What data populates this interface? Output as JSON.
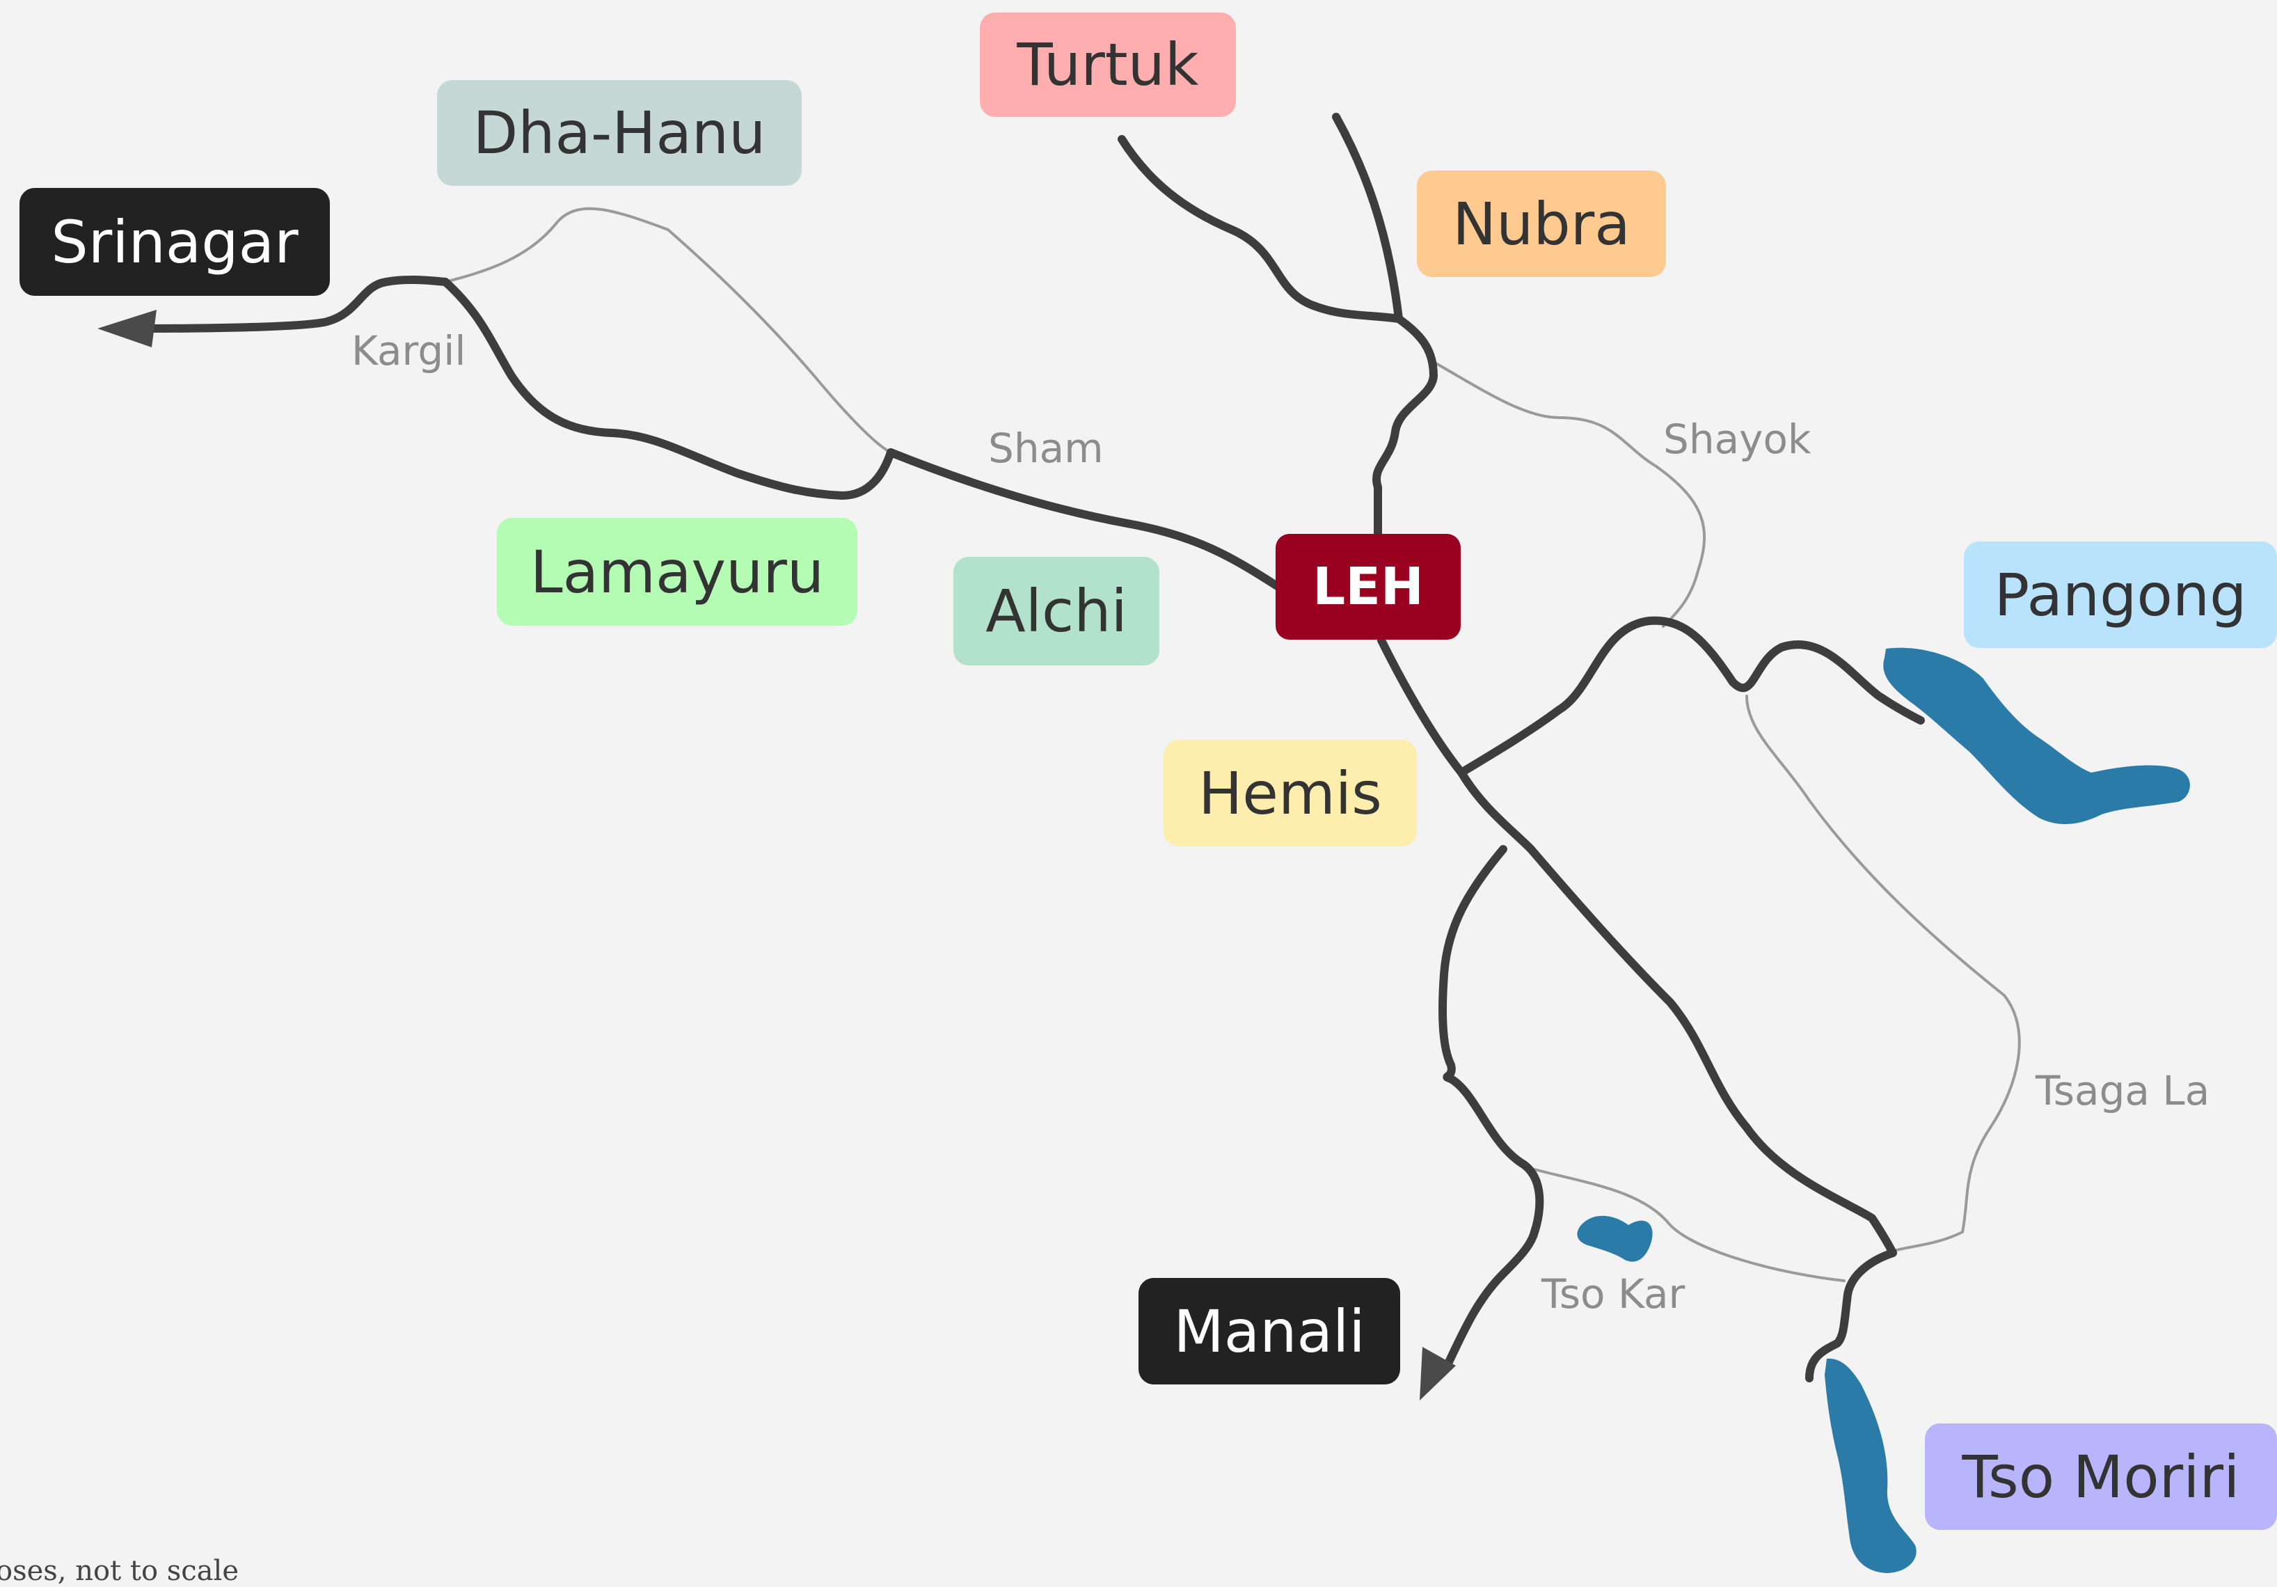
{
  "map": {
    "colors": {
      "background": "#f3f3f3",
      "road": "#3d3d3d",
      "track": "#9a9a9a",
      "lake": "#2b7ba8",
      "arrow": "#4a4a4a"
    },
    "center": {
      "label": "LEH",
      "color": "#9a0020"
    },
    "destinations": [
      {
        "id": "turtuk",
        "label": "Turtuk",
        "color": "#ffaeb0"
      },
      {
        "id": "dha-hanu",
        "label": "Dha-Hanu",
        "color": "#c6d8d6"
      },
      {
        "id": "srinagar",
        "label": "Srinagar",
        "color": "#222222"
      },
      {
        "id": "nubra",
        "label": "Nubra",
        "color": "#ffca90"
      },
      {
        "id": "lamayuru",
        "label": "Lamayuru",
        "color": "#b4fbb4"
      },
      {
        "id": "alchi",
        "label": "Alchi",
        "color": "#b2e2cc"
      },
      {
        "id": "pangong",
        "label": "Pangong",
        "color": "#b9e3fc"
      },
      {
        "id": "hemis",
        "label": "Hemis",
        "color": "#fdeeae"
      },
      {
        "id": "manali",
        "label": "Manali",
        "color": "#222222"
      },
      {
        "id": "tso-moriri",
        "label": "Tso Moriri",
        "color": "#b9b5fd"
      }
    ],
    "places": [
      {
        "id": "kargil",
        "label": "Kargil"
      },
      {
        "id": "sham",
        "label": "Sham"
      },
      {
        "id": "shayok",
        "label": "Shayok"
      },
      {
        "id": "tsaga-la",
        "label": "Tsaga La"
      },
      {
        "id": "tso-kar",
        "label": "Tso Kar"
      }
    ],
    "footer": "oses, not to scale"
  }
}
